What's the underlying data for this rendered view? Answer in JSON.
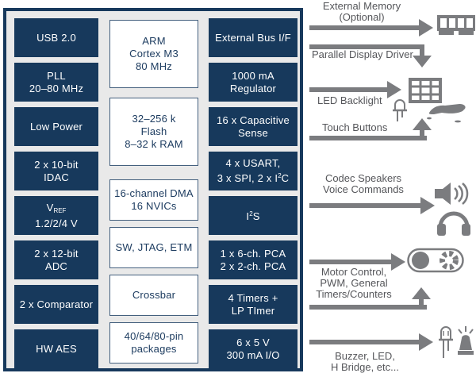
{
  "colors": {
    "navy": "#17395c",
    "box_fill": "#e9e9e9",
    "white_block_border": "#44607e",
    "arrow_gray": "#7b7c7f",
    "annotation_text": "#55565a"
  },
  "mcu": {
    "left": [
      {
        "l1": "USB 2.0"
      },
      {
        "l1": "PLL",
        "l2": "20–80 MHz"
      },
      {
        "l1": "Low Power"
      },
      {
        "l1": "2 x 10-bit",
        "l2": "IDAC"
      },
      {
        "l1a": "V",
        "l1sub": "REF",
        "l2": "1.2/2/4 V"
      },
      {
        "l1": "2 x 12-bit",
        "l2": "ADC"
      },
      {
        "l1": "2 x Comparator"
      },
      {
        "l1": "HW AES"
      }
    ],
    "mid": [
      {
        "l1": "ARM",
        "l2": "Cortex M3",
        "l3": "80 MHz"
      },
      {
        "l1": "32–256 k",
        "l2": "Flash",
        "l3": "8–32 k RAM"
      },
      {
        "l1": "16-channel DMA",
        "l2": "16 NVICs"
      },
      {
        "l1": "SW, JTAG, ETM"
      },
      {
        "l1": "Crossbar"
      },
      {
        "l1": "40/64/80-pin",
        "l2": "packages"
      }
    ],
    "right": [
      {
        "l1": "External Bus I/F"
      },
      {
        "l1": "1000 mA",
        "l2": "Regulator"
      },
      {
        "l1": "16 x Capacitive",
        "l2": "Sense"
      },
      {
        "l1": "4 x USART,",
        "l2a": "3 x SPI, 2 x I",
        "l2sup": "2",
        "l2b": "C"
      },
      {
        "l1a": "I",
        "l1sup": "2",
        "l1b": "S"
      },
      {
        "l1": "1 x 6-ch. PCA",
        "l2": "2 x 2-ch. PCA"
      },
      {
        "l1": "4 Timers +",
        "l2": "LP TImer"
      },
      {
        "l1": "6 x 5 V",
        "l2": "300 mA I/O"
      }
    ]
  },
  "ann": {
    "external_memory": {
      "l1": "External Memory",
      "l2": "(Optional)"
    },
    "parallel_display": {
      "l1": "Parallel Display Driver"
    },
    "led_backlight": {
      "l1": "LED Backlight"
    },
    "touch_buttons": {
      "l1": "Touch Buttons"
    },
    "codec": {
      "l1": "Codec Speakers",
      "l2": "Voice Commands"
    },
    "motor": {
      "l1": "Motor Control,",
      "l2": "PWM, General",
      "l3": "Timers/Counters"
    },
    "buzzer": {
      "l1": "Buzzer, LED,",
      "l2": "H Bridge, etc..."
    }
  },
  "icons": [
    "memory-module-icon",
    "led-grid-icon",
    "led-icon",
    "hand-icon",
    "speaker-icon",
    "headphones-icon",
    "motor-icon",
    "siren-icon"
  ]
}
